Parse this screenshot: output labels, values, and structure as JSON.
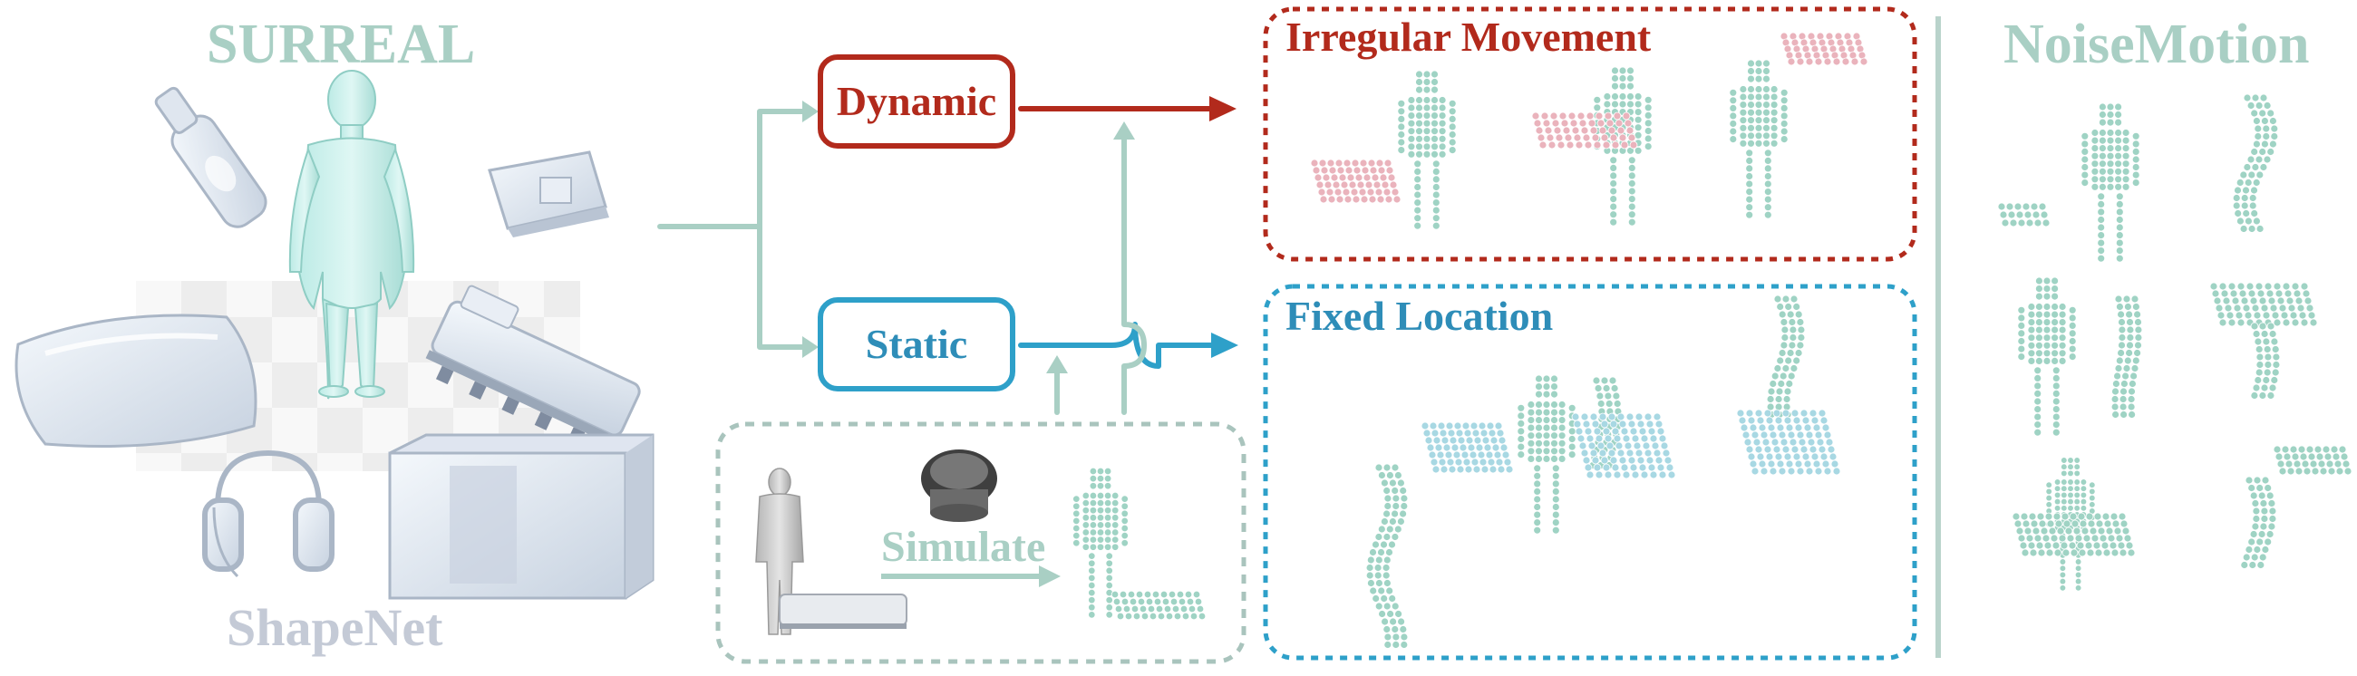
{
  "titles": {
    "surreal": "SURREAL",
    "shapenet": "ShapeNet",
    "noisemotion": "NoiseMotion"
  },
  "nodes": {
    "dynamic": "Dynamic",
    "static": "Static",
    "irregular": "Irregular Movement",
    "fixed": "Fixed Location",
    "simulate": "Simulate"
  },
  "colors": {
    "teal": "#a9cfc4",
    "dynamic_red": "#b22a1c",
    "static_blue": "#2ea0c9",
    "human_points": "#9fd3c4",
    "object_points_pink": "#eab3bc",
    "object_points_blue": "#a8d8e3",
    "divider": "#b9d3cb"
  },
  "icons": [
    "human-mesh-icon",
    "pillow-mesh-icon",
    "headphones-mesh-icon",
    "cabinet-mesh-icon",
    "train-mesh-icon",
    "bottle-mesh-icon",
    "box-mesh-icon",
    "engine-part-icon"
  ]
}
